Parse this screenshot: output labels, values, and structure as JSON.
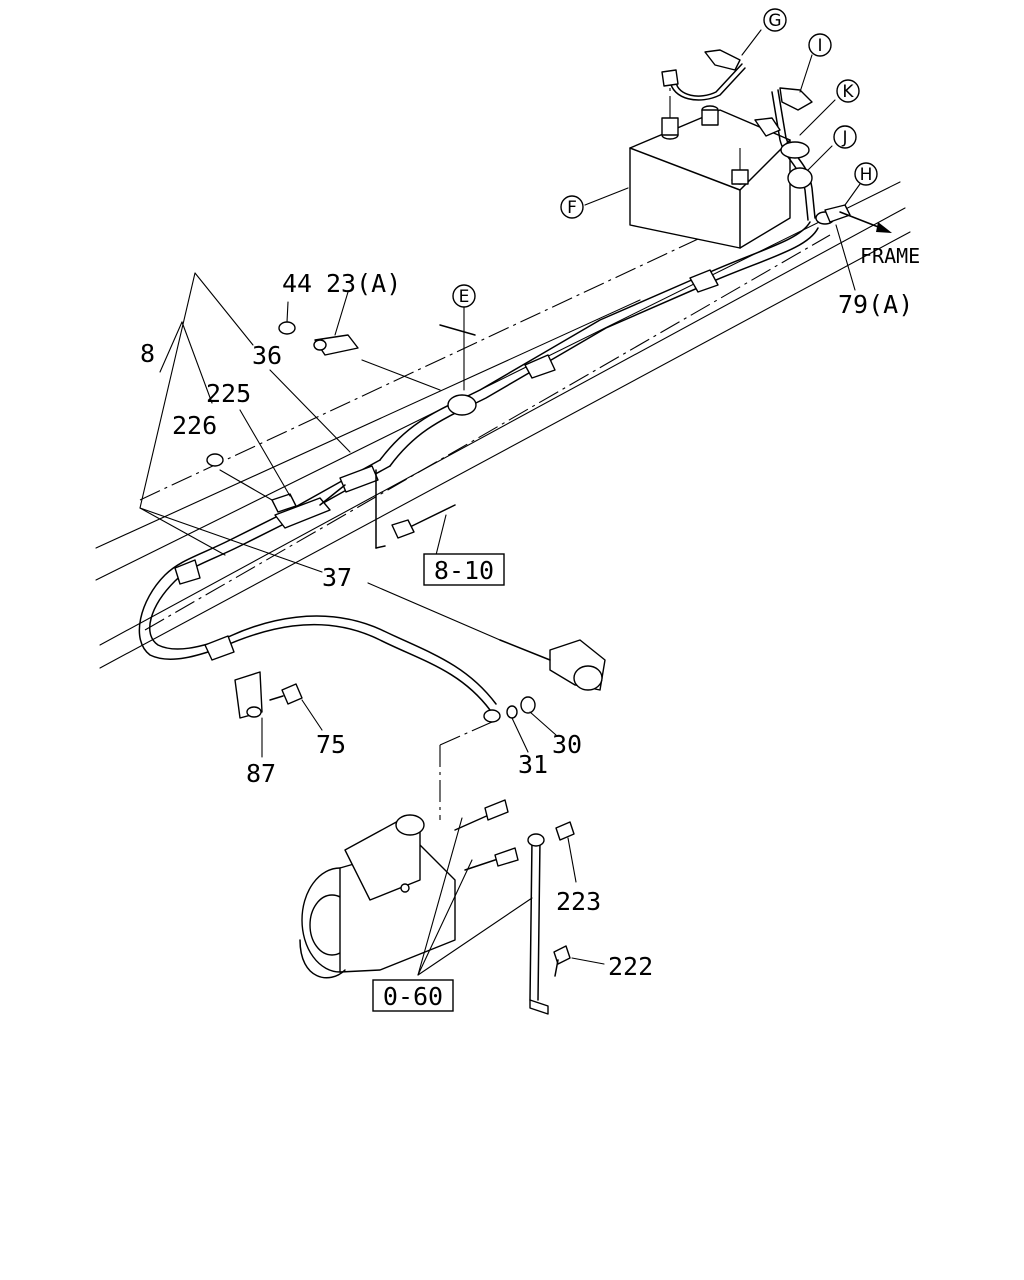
{
  "diagram": {
    "callouts": {
      "c44": "44",
      "c23a": "23(A)",
      "c36": "36",
      "c8": "8",
      "c225": "225",
      "c226": "226",
      "c37": "37",
      "c75": "75",
      "c87": "87",
      "c31": "31",
      "c30": "30",
      "c223": "223",
      "c222": "222",
      "c79a": "79(A)",
      "frame": "FRAME"
    },
    "circled": {
      "E": "E",
      "F": "F",
      "G": "G",
      "H": "H",
      "I": "I",
      "J": "J",
      "K": "K"
    },
    "refs": {
      "r810": "8-10",
      "r060": "0-60"
    }
  }
}
